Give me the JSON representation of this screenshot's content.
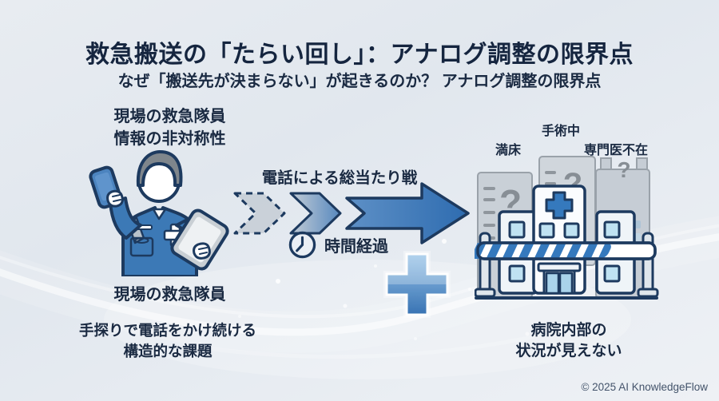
{
  "slide": {
    "title": "救急搬送の「たらい回し」：アナログ調整の限界点",
    "subtitle": "なぜ「搬送先が決まらない」が起きるのか？ アナログ調整の限界点",
    "footer": "© 2025 AI KnowledgeFlow"
  },
  "left": {
    "label_top_line1": "現場の救急隊員",
    "label_top_line2": "情報の非対称性",
    "figure_caption": "現場の救急隊員",
    "label_bottom_line1": "手探りで電話をかけ続ける",
    "label_bottom_line2": "構造的な課題",
    "icon": "paramedic-with-phone-and-tablet-icon"
  },
  "middle": {
    "arrow_label": "電話による総当たり戦",
    "time_label": "時間経過",
    "icons": [
      "dashed-chevron-icon",
      "gradient-chevron-icon",
      "big-right-arrow-icon",
      "clock-icon"
    ]
  },
  "right": {
    "building_labels": [
      "満床",
      "手術中",
      "専門医不在"
    ],
    "question_mark": "?",
    "caption_line1": "病院内部の",
    "caption_line2": "状況が見えない",
    "icon": "hospital-with-barrier-icon"
  },
  "colors": {
    "title_text": "#15253f",
    "accent_blue": "#3579bd",
    "outline_navy": "#1d3a5f",
    "window_blue": "#aed8ec",
    "building_gray": "#c9d0d7",
    "background": "#e6ebf1"
  }
}
